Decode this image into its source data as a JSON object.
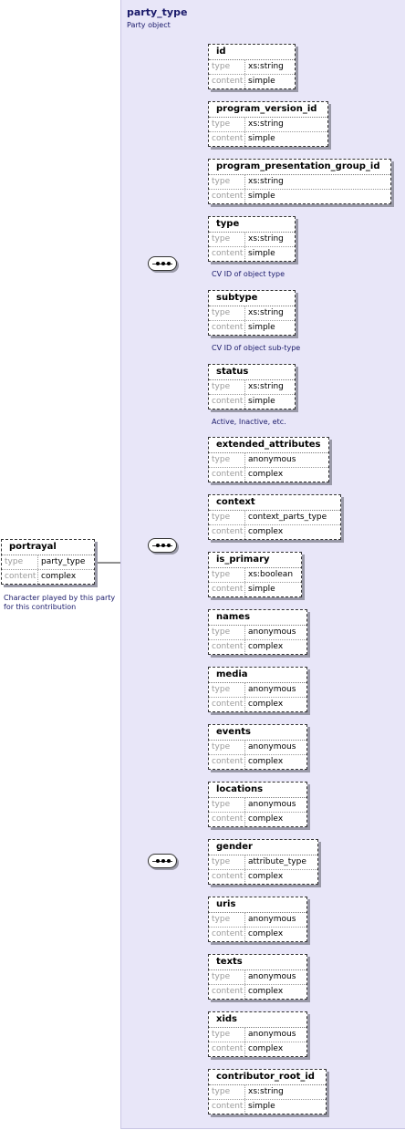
{
  "root": {
    "name": "portrayal",
    "type_key": "type",
    "type_val": "party_type",
    "content_key": "content",
    "content_val": "complex",
    "note_line1": "Character played by this party",
    "note_line2": "for this contribution"
  },
  "panel": {
    "title": "party_type",
    "subtitle": "Party object"
  },
  "elements": [
    {
      "name": "id",
      "type": "xs:string",
      "content": "simple"
    },
    {
      "name": "program_version_id",
      "type": "xs:string",
      "content": "simple"
    },
    {
      "name": "program_presentation_group_id",
      "type": "xs:string",
      "content": "simple"
    },
    {
      "name": "type",
      "type": "xs:string",
      "content": "simple",
      "note": "CV ID of object type"
    },
    {
      "name": "subtype",
      "type": "xs:string",
      "content": "simple",
      "note": "CV ID of object sub-type"
    },
    {
      "name": "status",
      "type": "xs:string",
      "content": "simple",
      "note": "Active, Inactive, etc."
    },
    {
      "name": "extended_attributes",
      "type": "anonymous",
      "content": "complex"
    },
    {
      "name": "context",
      "type": "context_parts_type",
      "content": "complex"
    },
    {
      "name": "is_primary",
      "type": "xs:boolean",
      "content": "simple"
    },
    {
      "name": "names",
      "type": "anonymous",
      "content": "complex"
    },
    {
      "name": "media",
      "type": "anonymous",
      "content": "complex"
    },
    {
      "name": "events",
      "type": "anonymous",
      "content": "complex"
    },
    {
      "name": "locations",
      "type": "anonymous",
      "content": "complex"
    },
    {
      "name": "gender",
      "type": "attribute_type",
      "content": "complex"
    },
    {
      "name": "uris",
      "type": "anonymous",
      "content": "complex"
    },
    {
      "name": "texts",
      "type": "anonymous",
      "content": "complex"
    },
    {
      "name": "xids",
      "type": "anonymous",
      "content": "complex"
    },
    {
      "name": "contributor_root_id",
      "type": "xs:string",
      "content": "simple"
    }
  ],
  "labels": {
    "type_key": "type",
    "content_key": "content"
  }
}
